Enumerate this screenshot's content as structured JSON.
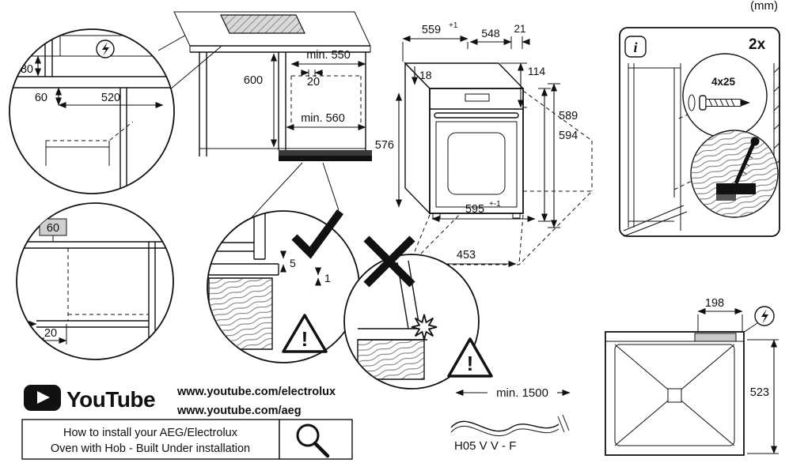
{
  "page": {
    "unit_note": "(mm)"
  },
  "top_left_detail": {
    "d80": "80",
    "d60": "60",
    "d520": "520"
  },
  "cabinet": {
    "min550": "min. 550",
    "d600": "600",
    "d20": "20",
    "min560": "min. 560"
  },
  "oven": {
    "d559": "559",
    "d559_tol": "+1",
    "d548": "548",
    "d21": "21",
    "d18": "18",
    "d114": "114",
    "d576": "576",
    "d589": "589",
    "d594": "594",
    "d595": "595",
    "d595_tol": "+-1",
    "d453": "453"
  },
  "info_panel": {
    "count": "2x",
    "screw_size": "4x25",
    "info_glyph": "i"
  },
  "bottom_left_detail": {
    "d60": "60",
    "d20": "20"
  },
  "gap_detail": {
    "d5": "5",
    "d1": "1",
    "warning_mark": "!"
  },
  "rear_view": {
    "d198": "198",
    "d523": "523"
  },
  "cable": {
    "min_length": "min. 1500",
    "cable_type": "H05 V V - F"
  },
  "footer": {
    "youtube_wordmark": "YouTube",
    "url_electrolux": "www.youtube.com/electrolux",
    "url_aeg": "www.youtube.com/aeg",
    "caption_line1": "How to install your AEG/Electrolux",
    "caption_line2": "Oven with Hob - Built Under installation"
  }
}
